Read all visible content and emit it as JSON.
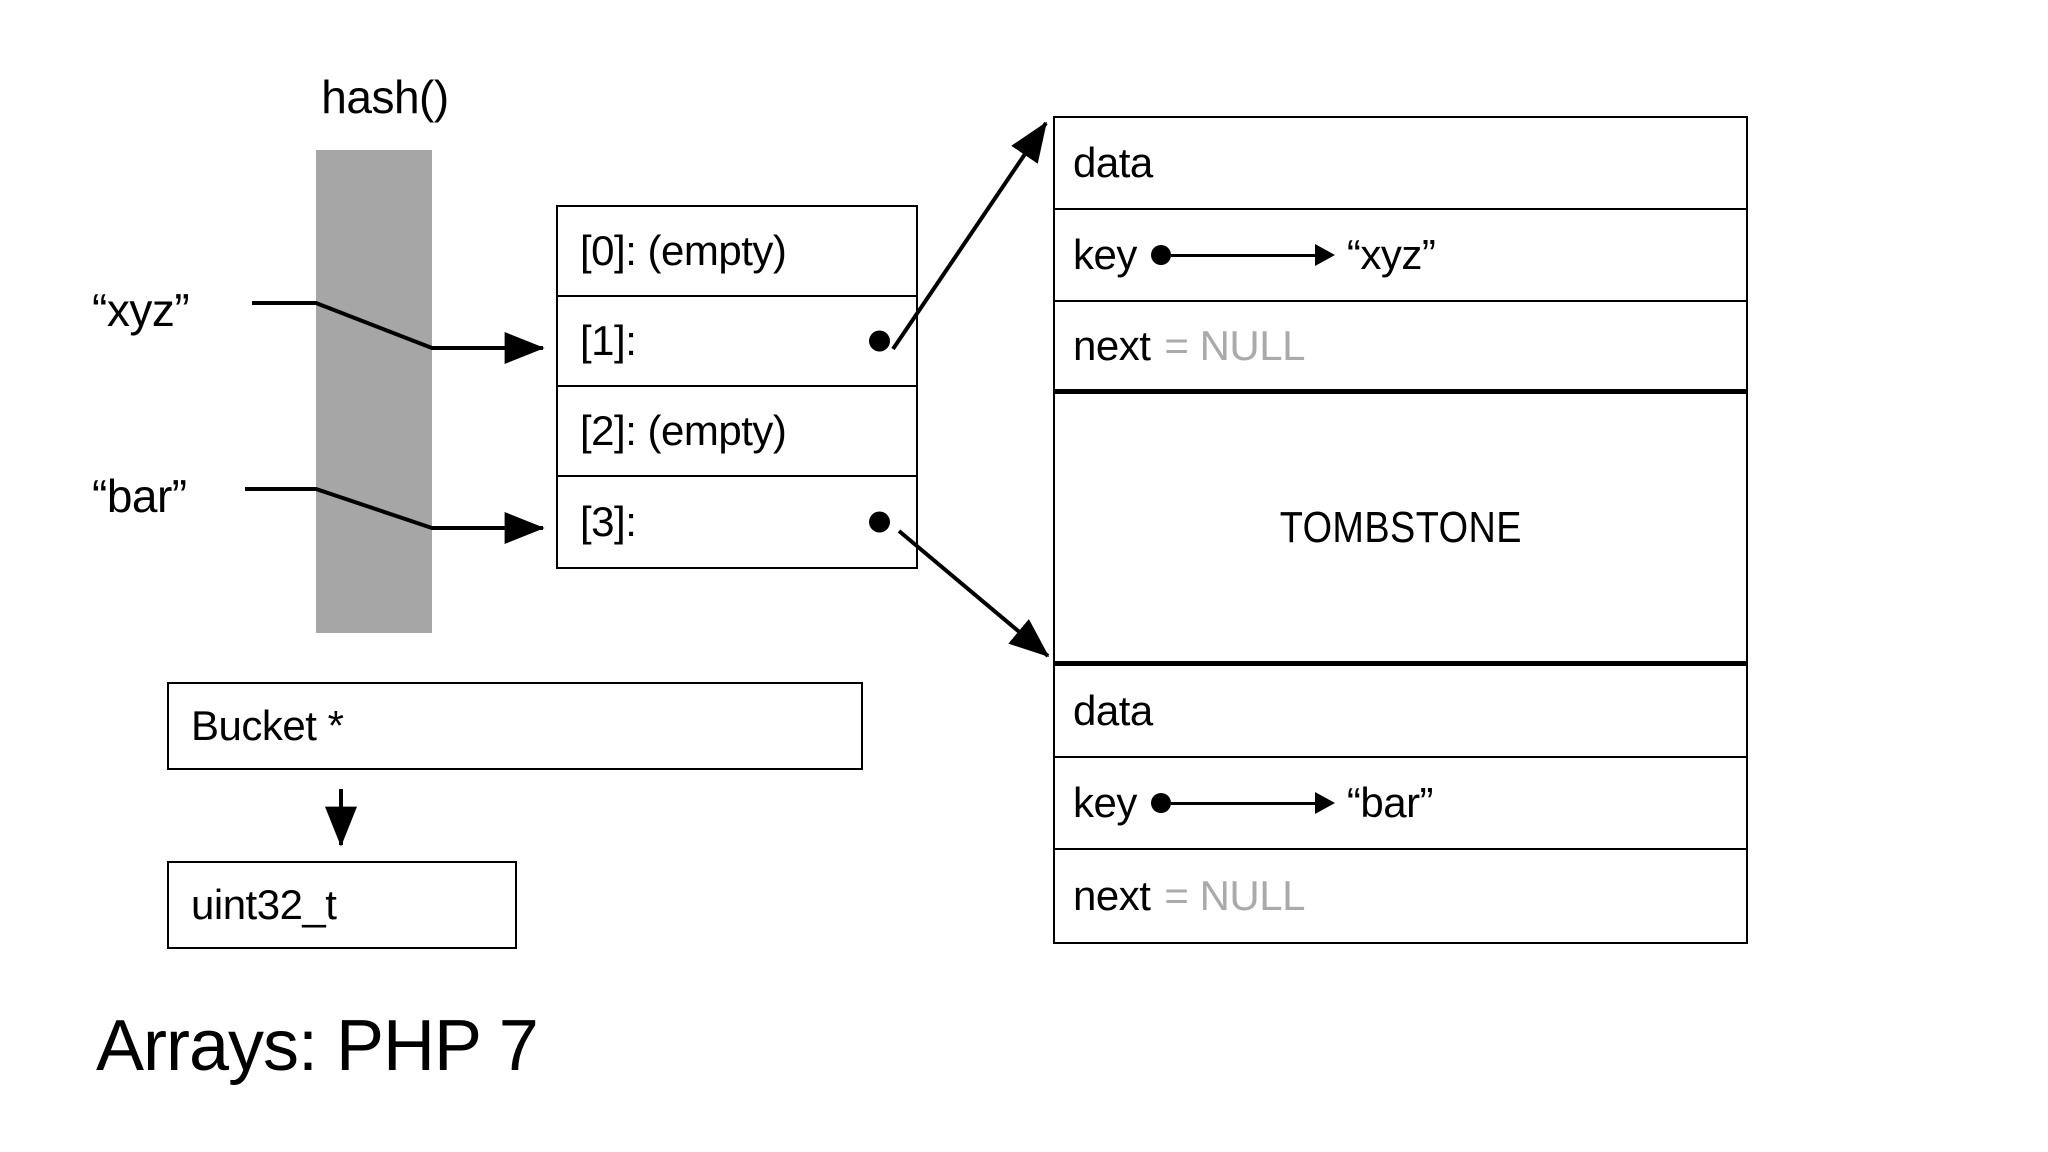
{
  "slide": {
    "title": "Arrays: PHP 7",
    "background_color": "#ffffff"
  },
  "hash": {
    "label": "hash()",
    "band_color": "#a6a6a6"
  },
  "inputs": [
    {
      "label": "“xyz”",
      "maps_to_slot": "[1]"
    },
    {
      "label": "“bar”",
      "maps_to_slot": "[3]"
    }
  ],
  "index_array": {
    "name": "bucket-index-array",
    "rows": [
      {
        "label": "[0]: (empty)",
        "has_pointer_dot": false
      },
      {
        "label": "[1]:",
        "has_pointer_dot": true
      },
      {
        "label": "[2]: (empty)",
        "has_pointer_dot": false
      },
      {
        "label": "[3]:",
        "has_pointer_dot": true
      }
    ]
  },
  "bucket_stack": {
    "records": [
      {
        "name": "bucket-xyz",
        "fields": [
          {
            "field": "data",
            "value": ""
          },
          {
            "field": "key",
            "value": "“xyz”",
            "pointer": true
          },
          {
            "field": "next",
            "value": "= NULL",
            "value_color": "#aaaaaa"
          }
        ]
      },
      {
        "name": "tombstone-slot",
        "text": "TOMBSTONE"
      },
      {
        "name": "bucket-bar",
        "fields": [
          {
            "field": "data",
            "value": ""
          },
          {
            "field": "key",
            "value": "“bar”",
            "pointer": true
          },
          {
            "field": "next",
            "value": "= NULL",
            "value_color": "#aaaaaa"
          }
        ]
      }
    ]
  },
  "legend": {
    "bucket_pointer_box": "Bucket *",
    "hash_value_box": "uint32_t"
  },
  "colors": {
    "stroke": "#000000",
    "gray_band": "#a6a6a6",
    "null_text": "#aaaaaa",
    "page_background": "#ffffff"
  }
}
